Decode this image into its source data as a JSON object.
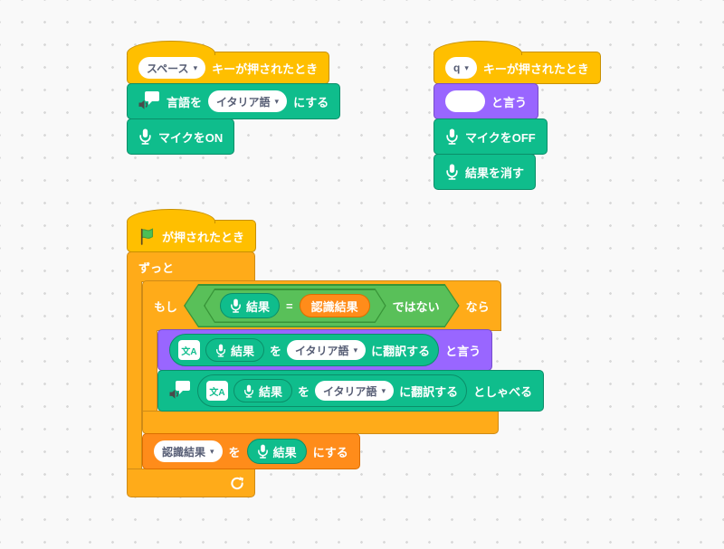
{
  "colors": {
    "event": "#FFBF00",
    "control": "#FFAB19",
    "looks": "#9966FF",
    "operators": "#59C059",
    "variables": "#FF8C1A",
    "extension": "#0FBD8C",
    "flag_green": "#4CBF56"
  },
  "icons": {
    "translate_badge": "文A",
    "dropdown_arrow": "▾"
  },
  "scripts": {
    "when_space": {
      "hat": {
        "key": "スペース",
        "label": "キーが押されたとき"
      },
      "set_language": {
        "pre": "言語を",
        "language": "イタリア語",
        "post": "にする"
      },
      "mic_on": {
        "label": "マイクをON"
      }
    },
    "when_q": {
      "hat": {
        "key": "q",
        "label": "キーが押されたとき"
      },
      "say": {
        "value": "",
        "label": "と言う"
      },
      "mic_off": {
        "label": "マイクをOFF"
      },
      "clear_result": {
        "label": "結果を消す"
      }
    },
    "main": {
      "hat": {
        "label": "が押されたとき"
      },
      "forever": {
        "label": "ずっと"
      },
      "if": {
        "pre": "もし",
        "post": "なら"
      },
      "condition": {
        "left": "結果",
        "op": "=",
        "right": "認識結果",
        "not": "ではない"
      },
      "translate": {
        "reporter": "結果",
        "wo": "を",
        "language": "イタリア語",
        "post": "に翻訳する"
      },
      "say": {
        "label": "と言う"
      },
      "speak": {
        "label": "としゃべる"
      },
      "set_var": {
        "variable": "認識結果",
        "wo": "を",
        "reporter": "結果",
        "post": "にする"
      }
    }
  }
}
